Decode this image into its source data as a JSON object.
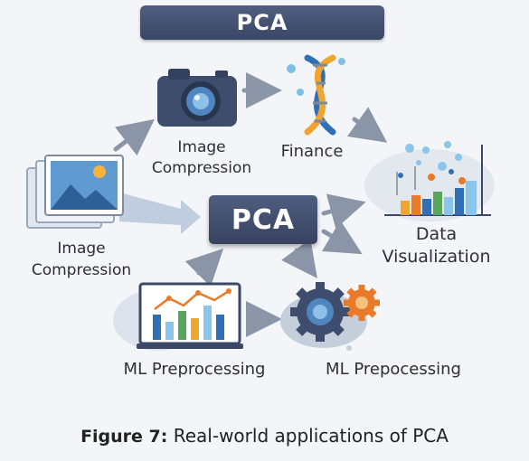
{
  "title": "PCA",
  "center_label": "PCA",
  "nodes": {
    "image_compression_top": [
      "Image",
      "Compression"
    ],
    "finance": "Finance",
    "image_compression_left": [
      "Image",
      "Compression"
    ],
    "data_visualization": [
      "Data",
      "Visualization"
    ],
    "ml_preprocessing": "ML Preprocessing",
    "ml_prepocessing": "ML Prepocessing"
  },
  "caption": {
    "figure": "Figure 7:",
    "text": " Real-world applications of PCA"
  },
  "colors": {
    "banner": "#3f4c6b",
    "arrow": "#8a96a8",
    "blue": "#2f6fb5",
    "orange": "#e87a2a",
    "green": "#58a65c"
  },
  "icons": [
    "camera-icon",
    "dna-icon",
    "photo-stack-icon",
    "chart-canvas-icon",
    "monitor-chart-icon",
    "gears-icon"
  ]
}
